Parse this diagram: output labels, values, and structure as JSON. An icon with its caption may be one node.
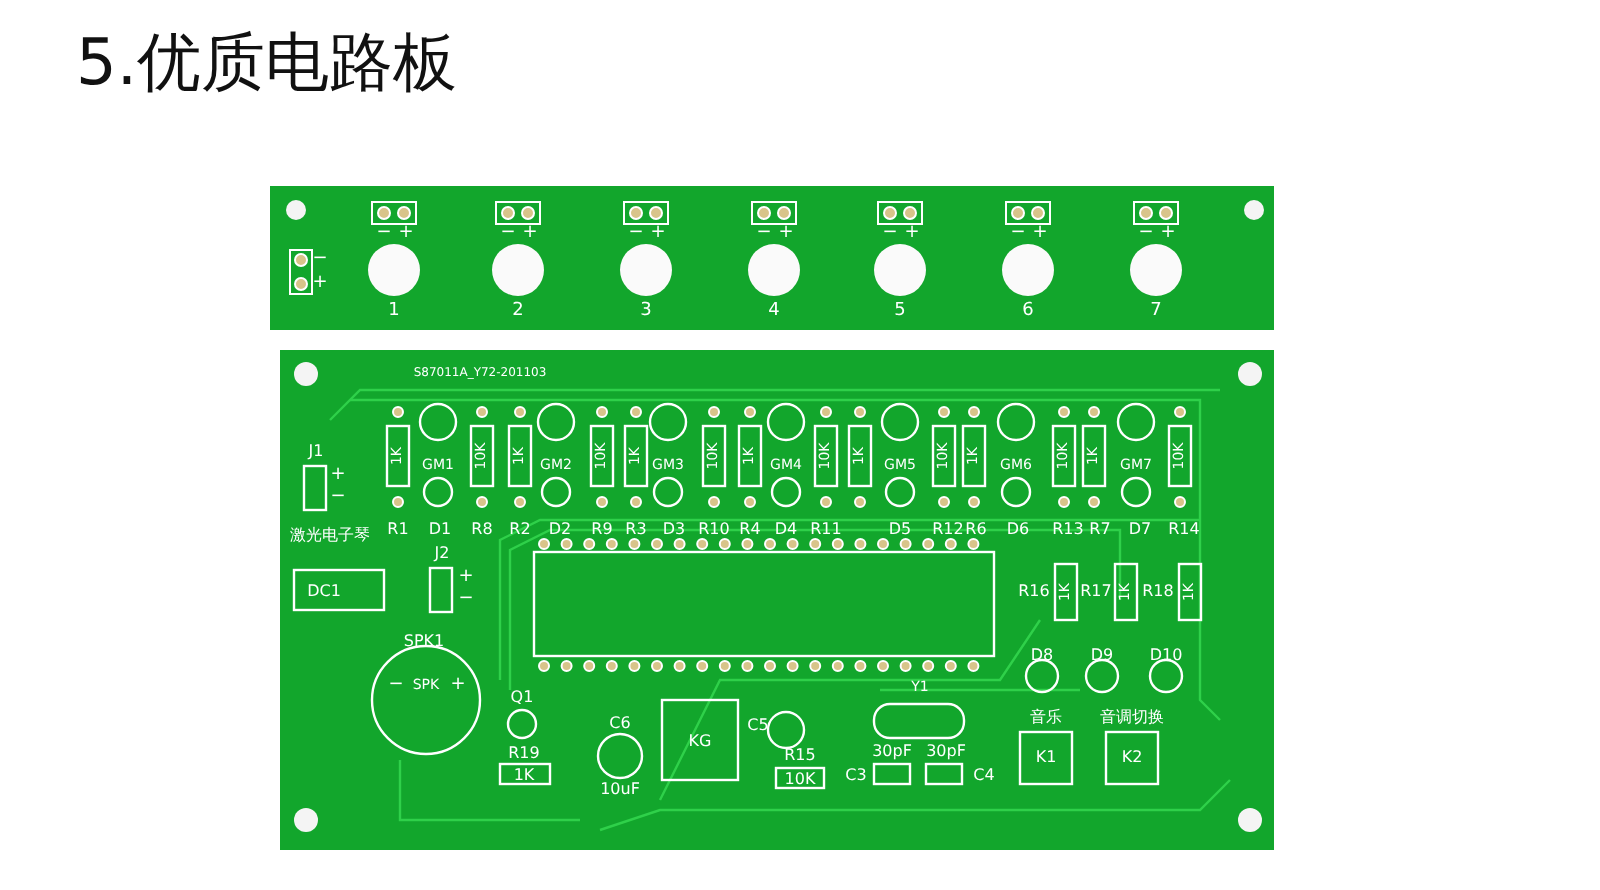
{
  "diagram": {
    "title": "5.优质电路板",
    "labels": [
      "−",
      "+",
      "−",
      "+",
      "−",
      "+",
      "−",
      "+",
      "−",
      "+",
      "−",
      "+",
      "−",
      "+",
      "−",
      "+",
      "1",
      "2",
      "3",
      "4",
      "5",
      "6",
      "7",
      "S87011A_Y72-201103",
      "J1",
      "+",
      "−",
      "激光电子琴",
      "J2",
      "+",
      "−",
      "DC1",
      "1K",
      "GM1",
      "10K",
      "1K",
      "GM2",
      "10K",
      "1K",
      "GM3",
      "10K",
      "1K",
      "GM4",
      "10K",
      "1K",
      "GM5",
      "10K",
      "1K",
      "GM6",
      "10K",
      "1K",
      "GM7",
      "10K",
      "R1",
      "D1",
      "R8",
      "R2",
      "D2",
      "R9",
      "R3",
      "D3",
      "R10",
      "R4",
      "D4",
      "R11",
      "D5",
      "R12",
      "R6",
      "D6",
      "R13",
      "R7",
      "D7",
      "R14",
      "R16",
      "1K",
      "R17",
      "1K",
      "R18",
      "1K",
      "D8",
      "D9",
      "D10",
      "SPK1",
      "−",
      "SPK",
      "+",
      "Q1",
      "R19",
      "1K",
      "C6",
      "10uF",
      "KG",
      "C5",
      "R15",
      "10K",
      "Y1",
      "C3",
      "30pF",
      "30pF",
      "C4",
      "音乐",
      "K1",
      "音调切换",
      "K2"
    ]
  }
}
